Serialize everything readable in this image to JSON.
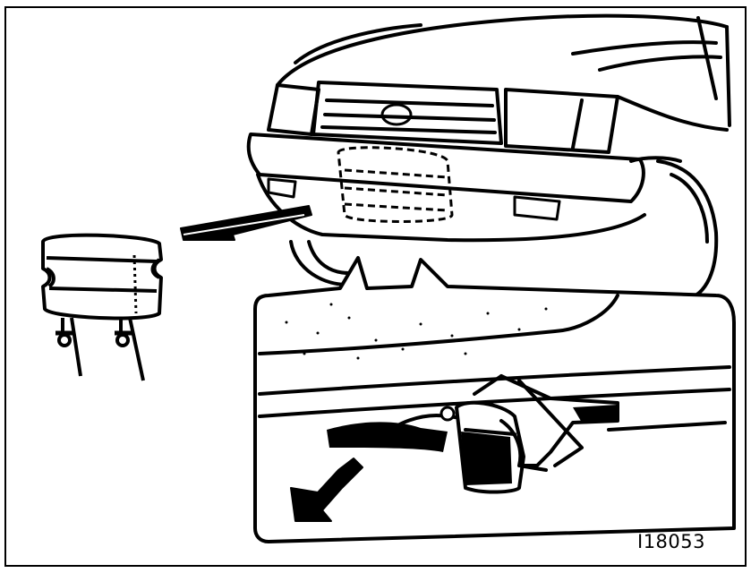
{
  "figure": {
    "id_label": "I18053",
    "ink_color": "#000000",
    "paper_color": "#ffffff"
  },
  "parts": {
    "vehicle": "vehicle-front-illustration",
    "removed_part": "bumper-cover-insert",
    "detail_callout": "clip-detail-inset"
  },
  "icons": {
    "removal_arrow": "arrow-left-icon",
    "pull_arrow": "arrow-down-left-icon"
  }
}
